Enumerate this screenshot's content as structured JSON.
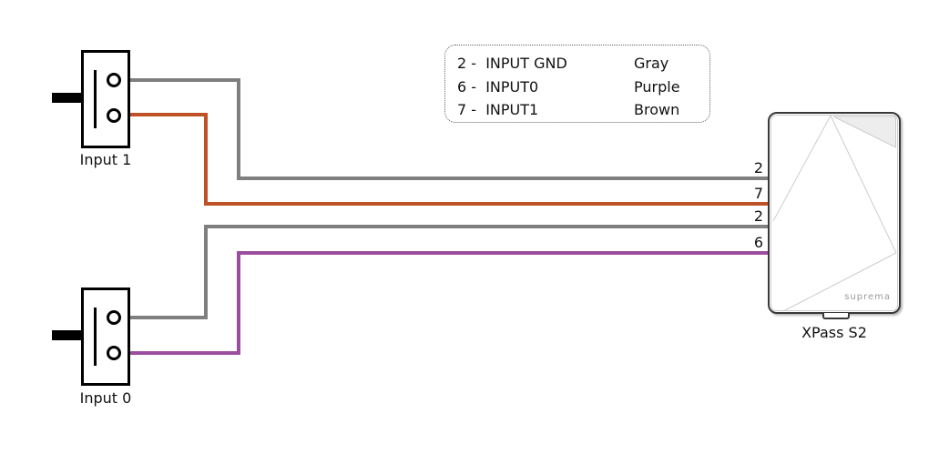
{
  "diagram": {
    "title_hint": "XPass S2 input wiring diagram",
    "legend": {
      "rows": [
        {
          "label": "2 -  INPUT GND",
          "color_name": "Gray",
          "color": "#7f7f7f"
        },
        {
          "label": "6 -  INPUT0",
          "color_name": "Purple",
          "color": "#9b4e9f"
        },
        {
          "label": "7 -  INPUT1",
          "color_name": "Brown",
          "color": "#bf5126"
        }
      ]
    },
    "switches": [
      {
        "label": "Input 1"
      },
      {
        "label": "Input 0"
      }
    ],
    "wires": [
      {
        "pin": "2",
        "color_name": "Gray",
        "color": "#7f7f7f",
        "from": "Input 1"
      },
      {
        "pin": "7",
        "color_name": "Brown",
        "color": "#bf5126",
        "from": "Input 1"
      },
      {
        "pin": "2",
        "color_name": "Gray",
        "color": "#7f7f7f",
        "from": "Input 0"
      },
      {
        "pin": "6",
        "color_name": "Purple",
        "color": "#9b4e9f",
        "from": "Input 0"
      }
    ],
    "device": {
      "label": "XPass S2",
      "brand": "suprema"
    },
    "colors": {
      "background": "#ffffff",
      "text": "#111111",
      "device_border": "#383838",
      "device_lines": "#cccccc",
      "device_shade": "#ededed"
    }
  }
}
